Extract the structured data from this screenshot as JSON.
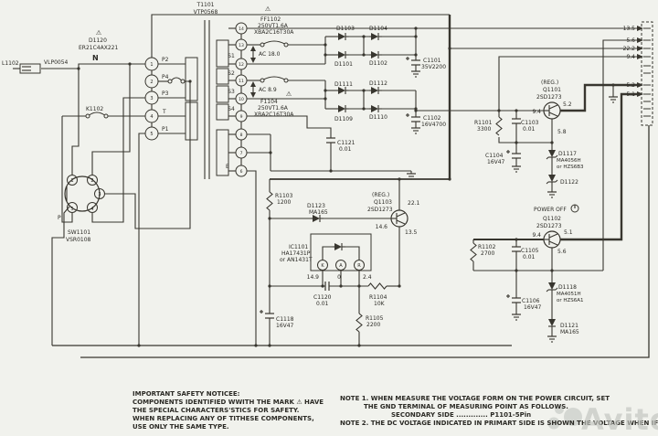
{
  "labels": {
    "t1101_ref": "T1101",
    "t1101_part": "VTP0568",
    "warn_mark": "⚠",
    "d1120_ref": "D1120",
    "d1120_part": "ER21C4AX221",
    "l1102": "L1102",
    "vlp0054": "VLP0054",
    "n": "N",
    "k1102": "K1102",
    "sw1101_ref": "SW1101",
    "sw1101_part": "VSR0108",
    "ff1102_ref": "FF1102",
    "ff1102_v": "250VT1.6A",
    "ff1102_part": "XBA2C16T30A",
    "f1104_ref": "F1104",
    "f1104_v": "250VT1.6A",
    "f1104_part": "XBA2C16T30A",
    "d1103": "D1103",
    "d1104": "D1104",
    "d1101": "D1101",
    "d1102": "D1102",
    "d1111": "D1111",
    "d1112": "D1112",
    "d1109": "D1109",
    "d1110": "D1110",
    "c1101_ref": "C1101",
    "c1101_v": "35V2200",
    "c1102_ref": "C1102",
    "c1102_v": "16V4700",
    "c1121_ref": "C1121",
    "c1121_v": "0.01",
    "r1101_ref": "R1101",
    "r1101_v": "3300",
    "c1103_ref": "C1103",
    "c1103_v": "0.01",
    "q1101_reg": "(REG.)",
    "q1101_ref": "Q1101",
    "q1101_part": "2SD1273",
    "c1104_ref": "C1104",
    "c1104_v": "16V47",
    "d1117_ref": "D1117",
    "d1117_part": "MA4056H",
    "d1117_alt": "or HZS6B3",
    "d1122": "D1122",
    "power_off": "POWER OFF",
    "q1102_ref": "Q1102",
    "q1102_part": "2SD1273",
    "r1102_ref": "R1102",
    "r1102_v": "2700",
    "c1105_ref": "C1105",
    "c1105_v": "0.01",
    "c1106_ref": "C1106",
    "c1106_v": "16V47",
    "d1118_ref": "D1118",
    "d1118_part": "MA4051H",
    "d1118_alt": "or HZS6A1",
    "d1121_ref": "D1121",
    "d1121_part": "MA165",
    "r1103_ref": "R1103",
    "r1103_v": "1200",
    "d1123_ref": "D1123",
    "d1123_part": "MA165",
    "q1103_reg": "(REG.)",
    "q1103_ref": "Q1103",
    "q1103_part": "2SD1273",
    "ic1101_ref": "IC1101",
    "ic1101_part": "HA17431P",
    "ic1101_alt": "or AN1431T",
    "c1120_ref": "C1120",
    "c1120_v": "0.01",
    "r1104_ref": "R1104",
    "r1104_v": "10K",
    "c1118_ref": "C1118",
    "c1118_v": "16V47",
    "r1105_ref": "R1105",
    "r1105_v": "2200"
  },
  "pins": {
    "primary_names": [
      "P2",
      "P4",
      "P3",
      "T",
      "P1"
    ],
    "primary": [
      "1",
      "2",
      "3",
      "4",
      "5"
    ],
    "secondary": [
      "14",
      "13",
      "12",
      "11",
      "10",
      "9",
      "8",
      "7",
      "6"
    ],
    "windings": [
      "S1",
      "S2",
      "S3",
      "S4"
    ],
    "earth": "E",
    "switch": [
      "1",
      "2",
      "3",
      "4",
      "5"
    ],
    "switch_common": "P",
    "ic": [
      "K",
      "A",
      "R"
    ]
  },
  "voltages": {
    "conn": [
      "13.5",
      "5.6",
      "22.2",
      "9.4",
      "5.2",
      "5.1"
    ],
    "ac": [
      "AC 18.0",
      "AC 8.9"
    ],
    "q1101": [
      "9.4",
      "5.2",
      "5.8"
    ],
    "q1102": [
      "5.1",
      "9.4",
      "5.6"
    ],
    "q1103": [
      "22.1",
      "14.6",
      "13.5"
    ],
    "ic": [
      "14.9",
      "0",
      "2.4"
    ]
  },
  "notices": {
    "safety": [
      "IMPORTANT SAFETY NOTICEE:",
      "COMPONENTS IDENTIFIED WWITH THE MARK ⚠ HAVE",
      "THE SPECIAL CHARACTERS'STICS FOR SAFETY.",
      "WHEN REPLACING ANY OF TITHESE COMPONENTS,",
      "USE ONLY THE SAME TYPE."
    ],
    "notes": [
      "NOTE 1. WHEN MEASURE THE VOLTAGE FORM ON THE POWER CIRCUIT, SET",
      "THE GND TERMINAL OF MEASURING POINT AS FOLLOWS.",
      "SECONDARY SIDE ............. P1101-5Pin",
      "NOTE 2. THE DC VOLTAGE INDICATED IN PRIMART SIDE IS SHOWN THE VOLTAGE WHEN IF"
    ]
  },
  "watermark": {
    "text": "Avito"
  }
}
